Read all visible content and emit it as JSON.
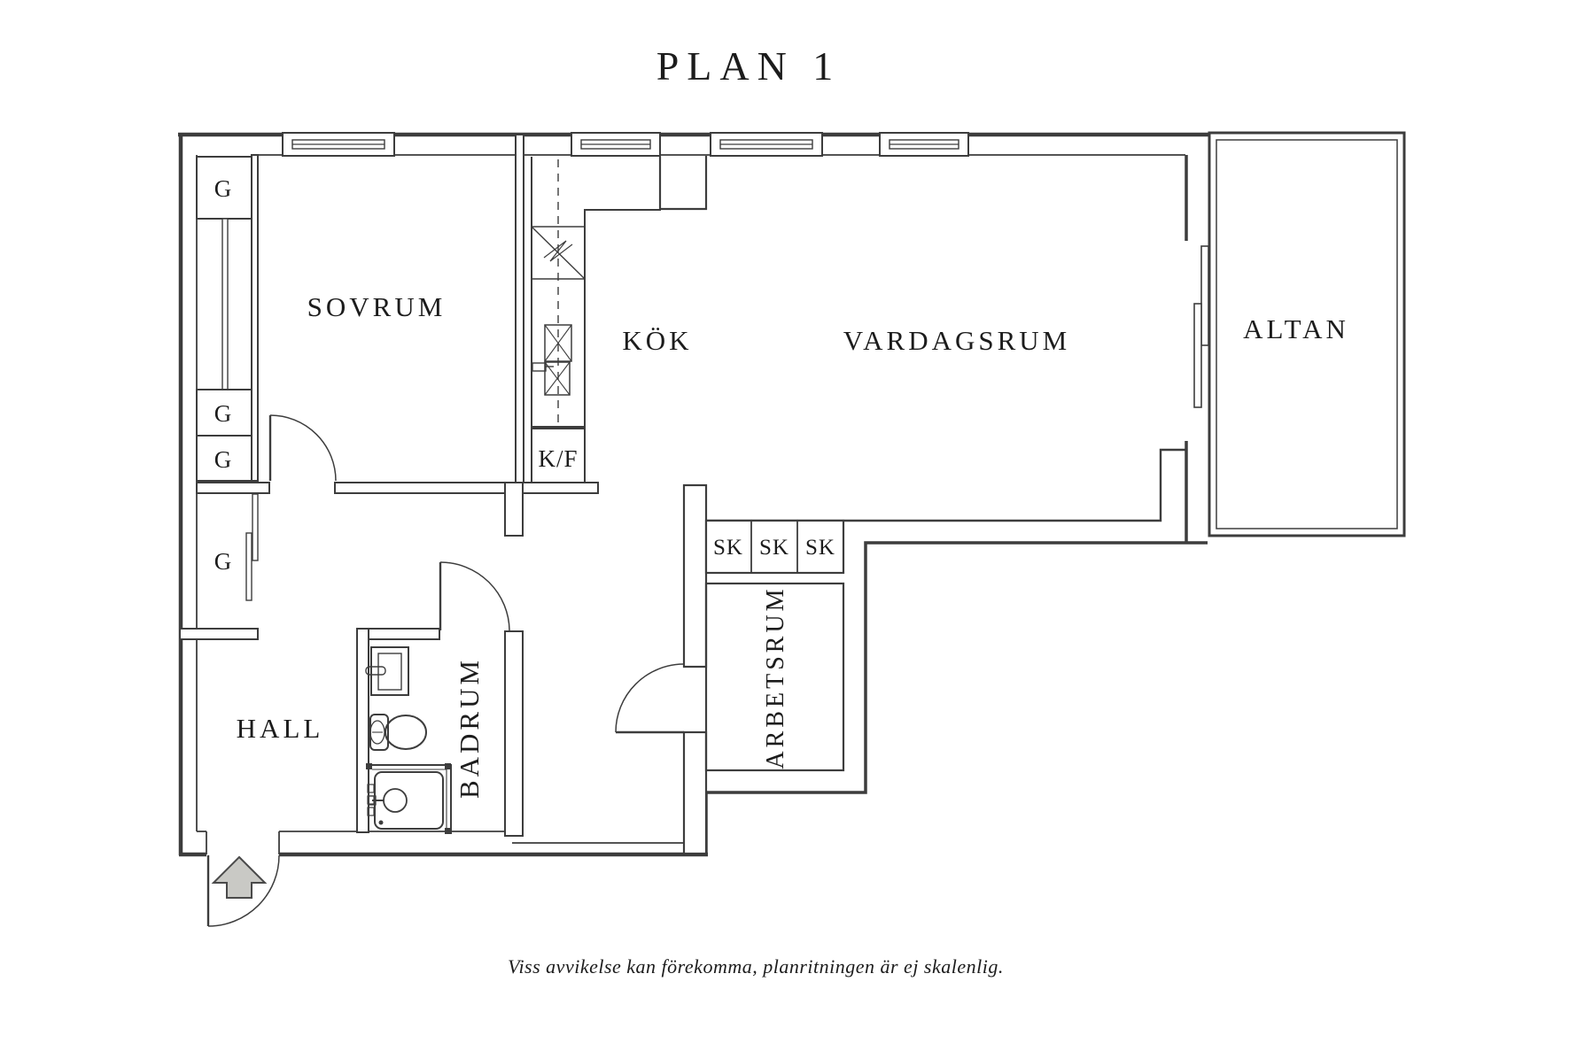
{
  "title": "PLAN 1",
  "rooms": {
    "sovrum": "SOVRUM",
    "kok": "KÖK",
    "vardagsrum": "VARDAGSRUM",
    "altan": "ALTAN",
    "hall": "HALL",
    "badrum": "BADRUM",
    "arbetsrum": "ARBETSRUM"
  },
  "fixtures": {
    "wardrobe": "G",
    "cabinet": "SK",
    "fridge_freezer": "K/F"
  },
  "disclaimer": "Viss avvikelse kan förekomma, planritningen är ej skalenlig.",
  "colors": {
    "wall": "#3d3d3d",
    "text": "#1c1c1c",
    "entry_arrow_fill": "#c9c9c5",
    "background": "#ffffff"
  }
}
